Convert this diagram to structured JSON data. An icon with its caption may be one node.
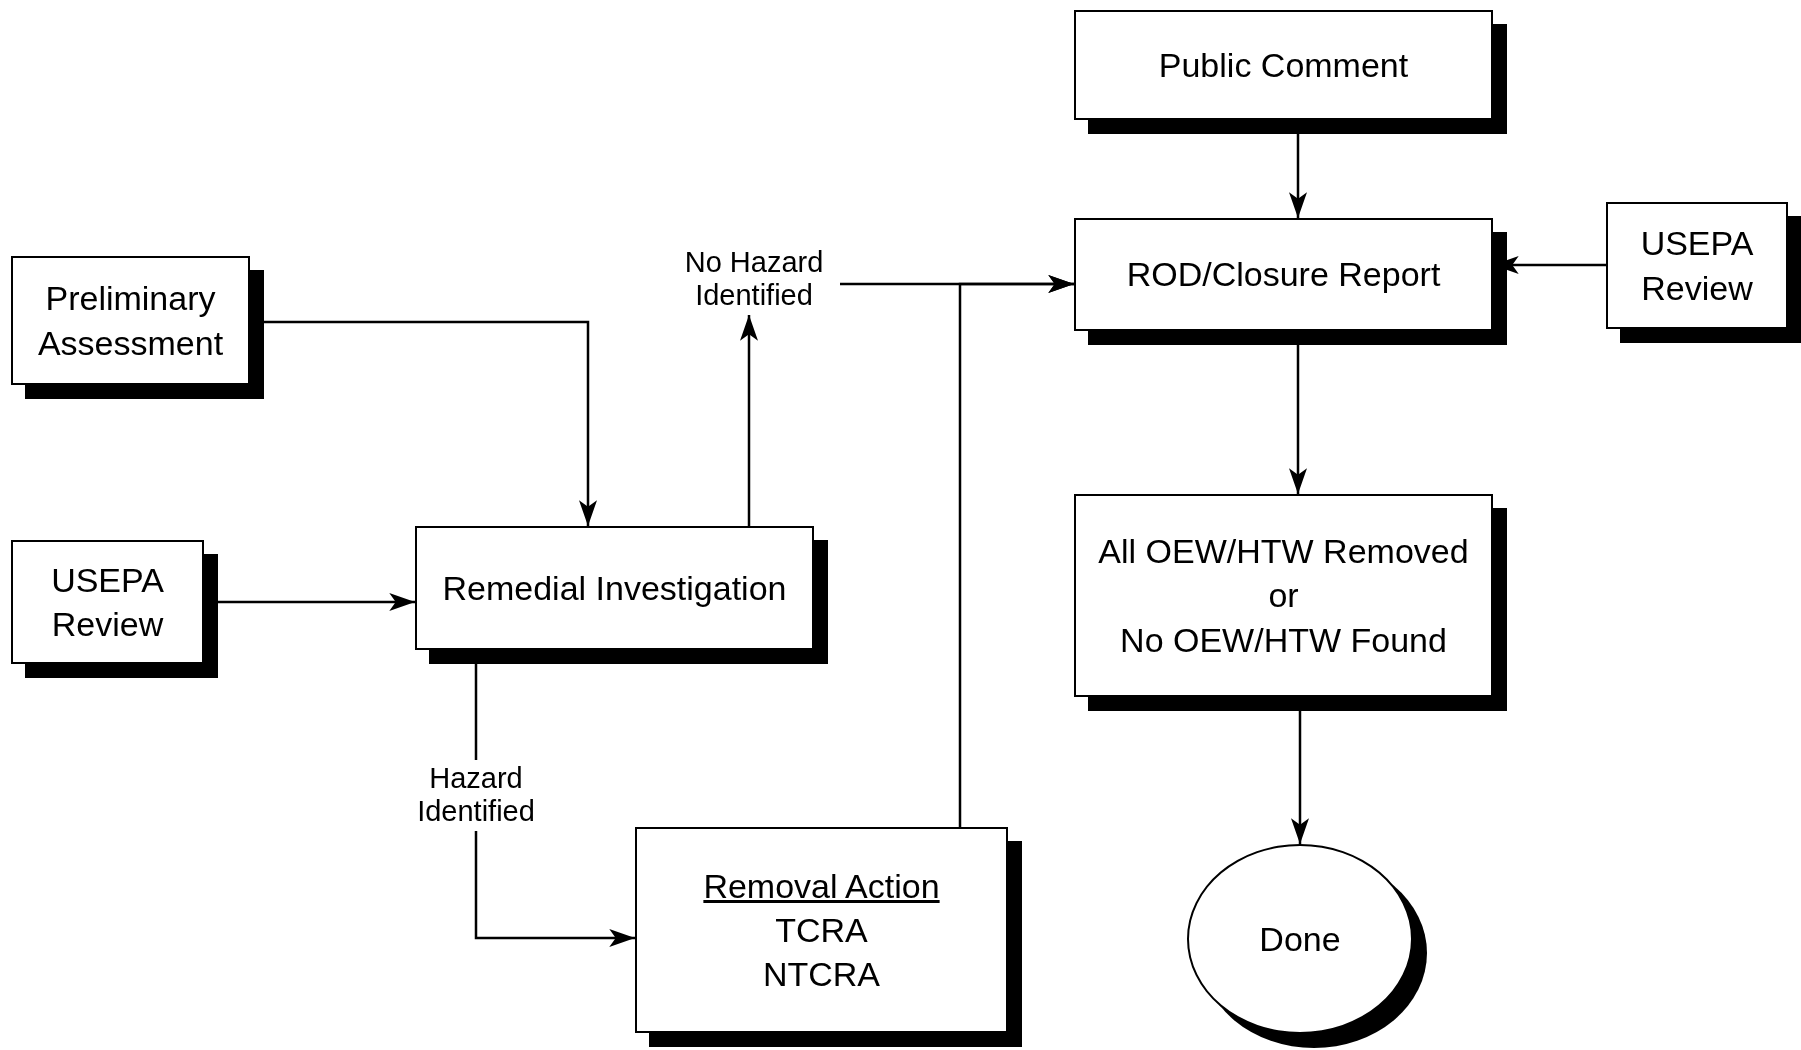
{
  "diagram": {
    "nodes": [
      {
        "text": [
          "Public Comment"
        ]
      },
      {
        "text": [
          "ROD/Closure Report"
        ]
      },
      {
        "text": [
          "USEPA Review"
        ]
      },
      {
        "text": [
          "Preliminary Assessment"
        ]
      },
      {
        "text": [
          "USEPA Review"
        ]
      },
      {
        "text": [
          "Remedial Investigation"
        ]
      },
      {
        "text": [
          "No Hazard Identified"
        ]
      },
      {
        "text": [
          "Removal Action",
          "TCRA",
          "NTCRA"
        ]
      },
      {
        "text": [
          "All OEW/HTW Removed",
          "or",
          "No OEW/HTW Found"
        ]
      },
      {
        "text": [
          "Done"
        ]
      }
    ],
    "edges": [
      {
        "from": 0,
        "to": 1,
        "arrow": "to"
      },
      {
        "from": 2,
        "to": 1,
        "arrow": "to"
      },
      {
        "from": 3,
        "to": 5,
        "arrow": "to"
      },
      {
        "from": 4,
        "to": 5,
        "arrow": "to"
      },
      {
        "from": 5,
        "to": 6,
        "arrow": "to"
      },
      {
        "from": 6,
        "to": 1,
        "arrow": "to"
      },
      {
        "from": 7,
        "to": 1,
        "arrow": "to"
      },
      {
        "from": 5,
        "to": 7,
        "label": "Hazard Identified",
        "arrow": "to"
      },
      {
        "from": 1,
        "to": 8,
        "arrow": "to"
      },
      {
        "from": 8,
        "to": 9,
        "arrow": "to"
      }
    ]
  }
}
